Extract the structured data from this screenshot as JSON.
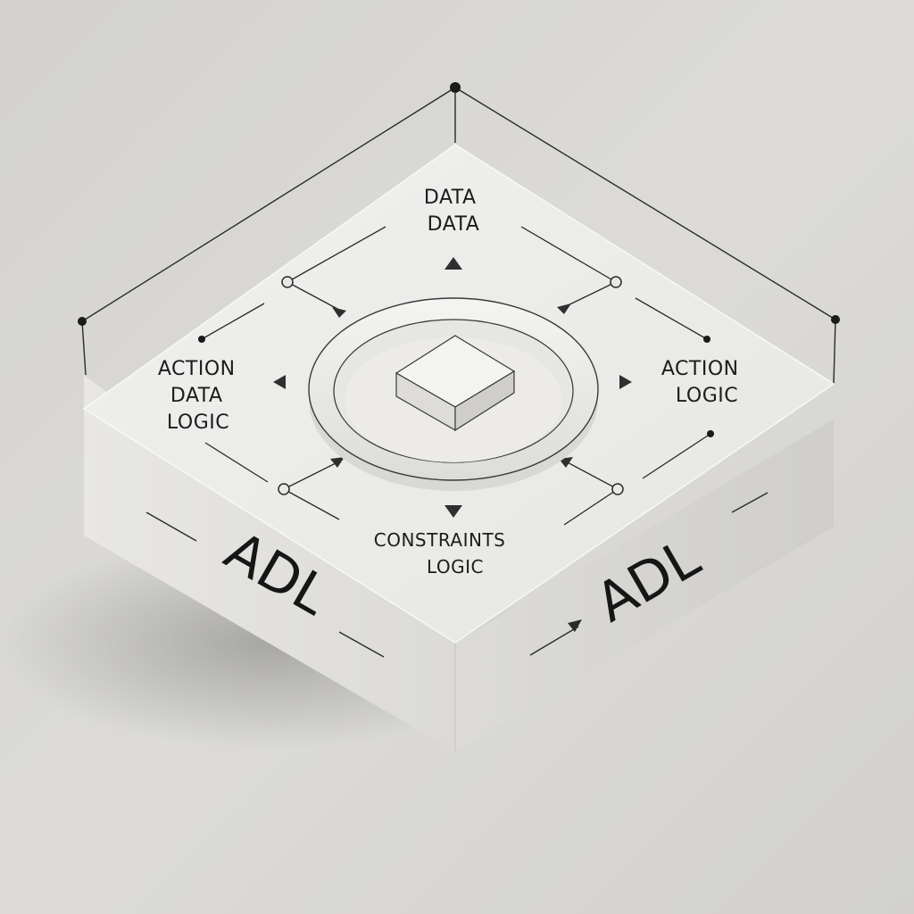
{
  "labels": {
    "top": [
      "DATA",
      "DATA"
    ],
    "left": [
      "ACTION",
      "DATA",
      "LOGIC"
    ],
    "right": [
      "ACTION",
      "LOGIC"
    ],
    "bottom": [
      "CONSTRAINTS",
      "LOGIC"
    ]
  },
  "side_labels": {
    "left_face": "ADL",
    "right_face": "ADL"
  },
  "colors": {
    "background": "#d9d8d5",
    "slab_top": "#ededeb",
    "slab_left": "#e1e0dd",
    "slab_right": "#d6d5d2",
    "ink": "#1c1c1c"
  }
}
